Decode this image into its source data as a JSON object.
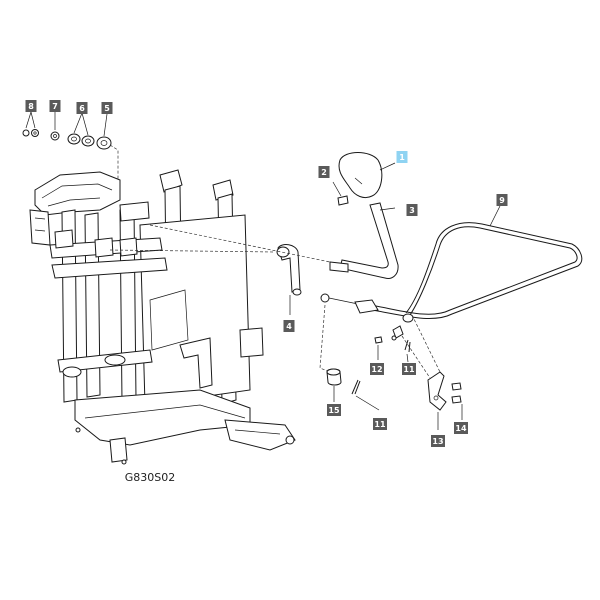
{
  "diagram": {
    "drawing_code": "G830S02",
    "callouts": [
      {
        "num": "1",
        "highlight": true
      },
      {
        "num": "2",
        "highlight": false
      },
      {
        "num": "3",
        "highlight": false
      },
      {
        "num": "4",
        "highlight": false
      },
      {
        "num": "5",
        "highlight": false
      },
      {
        "num": "6",
        "highlight": false
      },
      {
        "num": "7",
        "highlight": false
      },
      {
        "num": "8",
        "highlight": false
      },
      {
        "num": "9",
        "highlight": false
      },
      {
        "num": "11",
        "highlight": false
      },
      {
        "num": "11",
        "highlight": false
      },
      {
        "num": "12",
        "highlight": false
      },
      {
        "num": "13",
        "highlight": false
      },
      {
        "num": "14",
        "highlight": false
      },
      {
        "num": "15",
        "highlight": false
      }
    ],
    "colors": {
      "callout_fill": "#5a5a5a",
      "callout_highlight": "#8fd3f2",
      "line": "#1a1a1a"
    }
  }
}
